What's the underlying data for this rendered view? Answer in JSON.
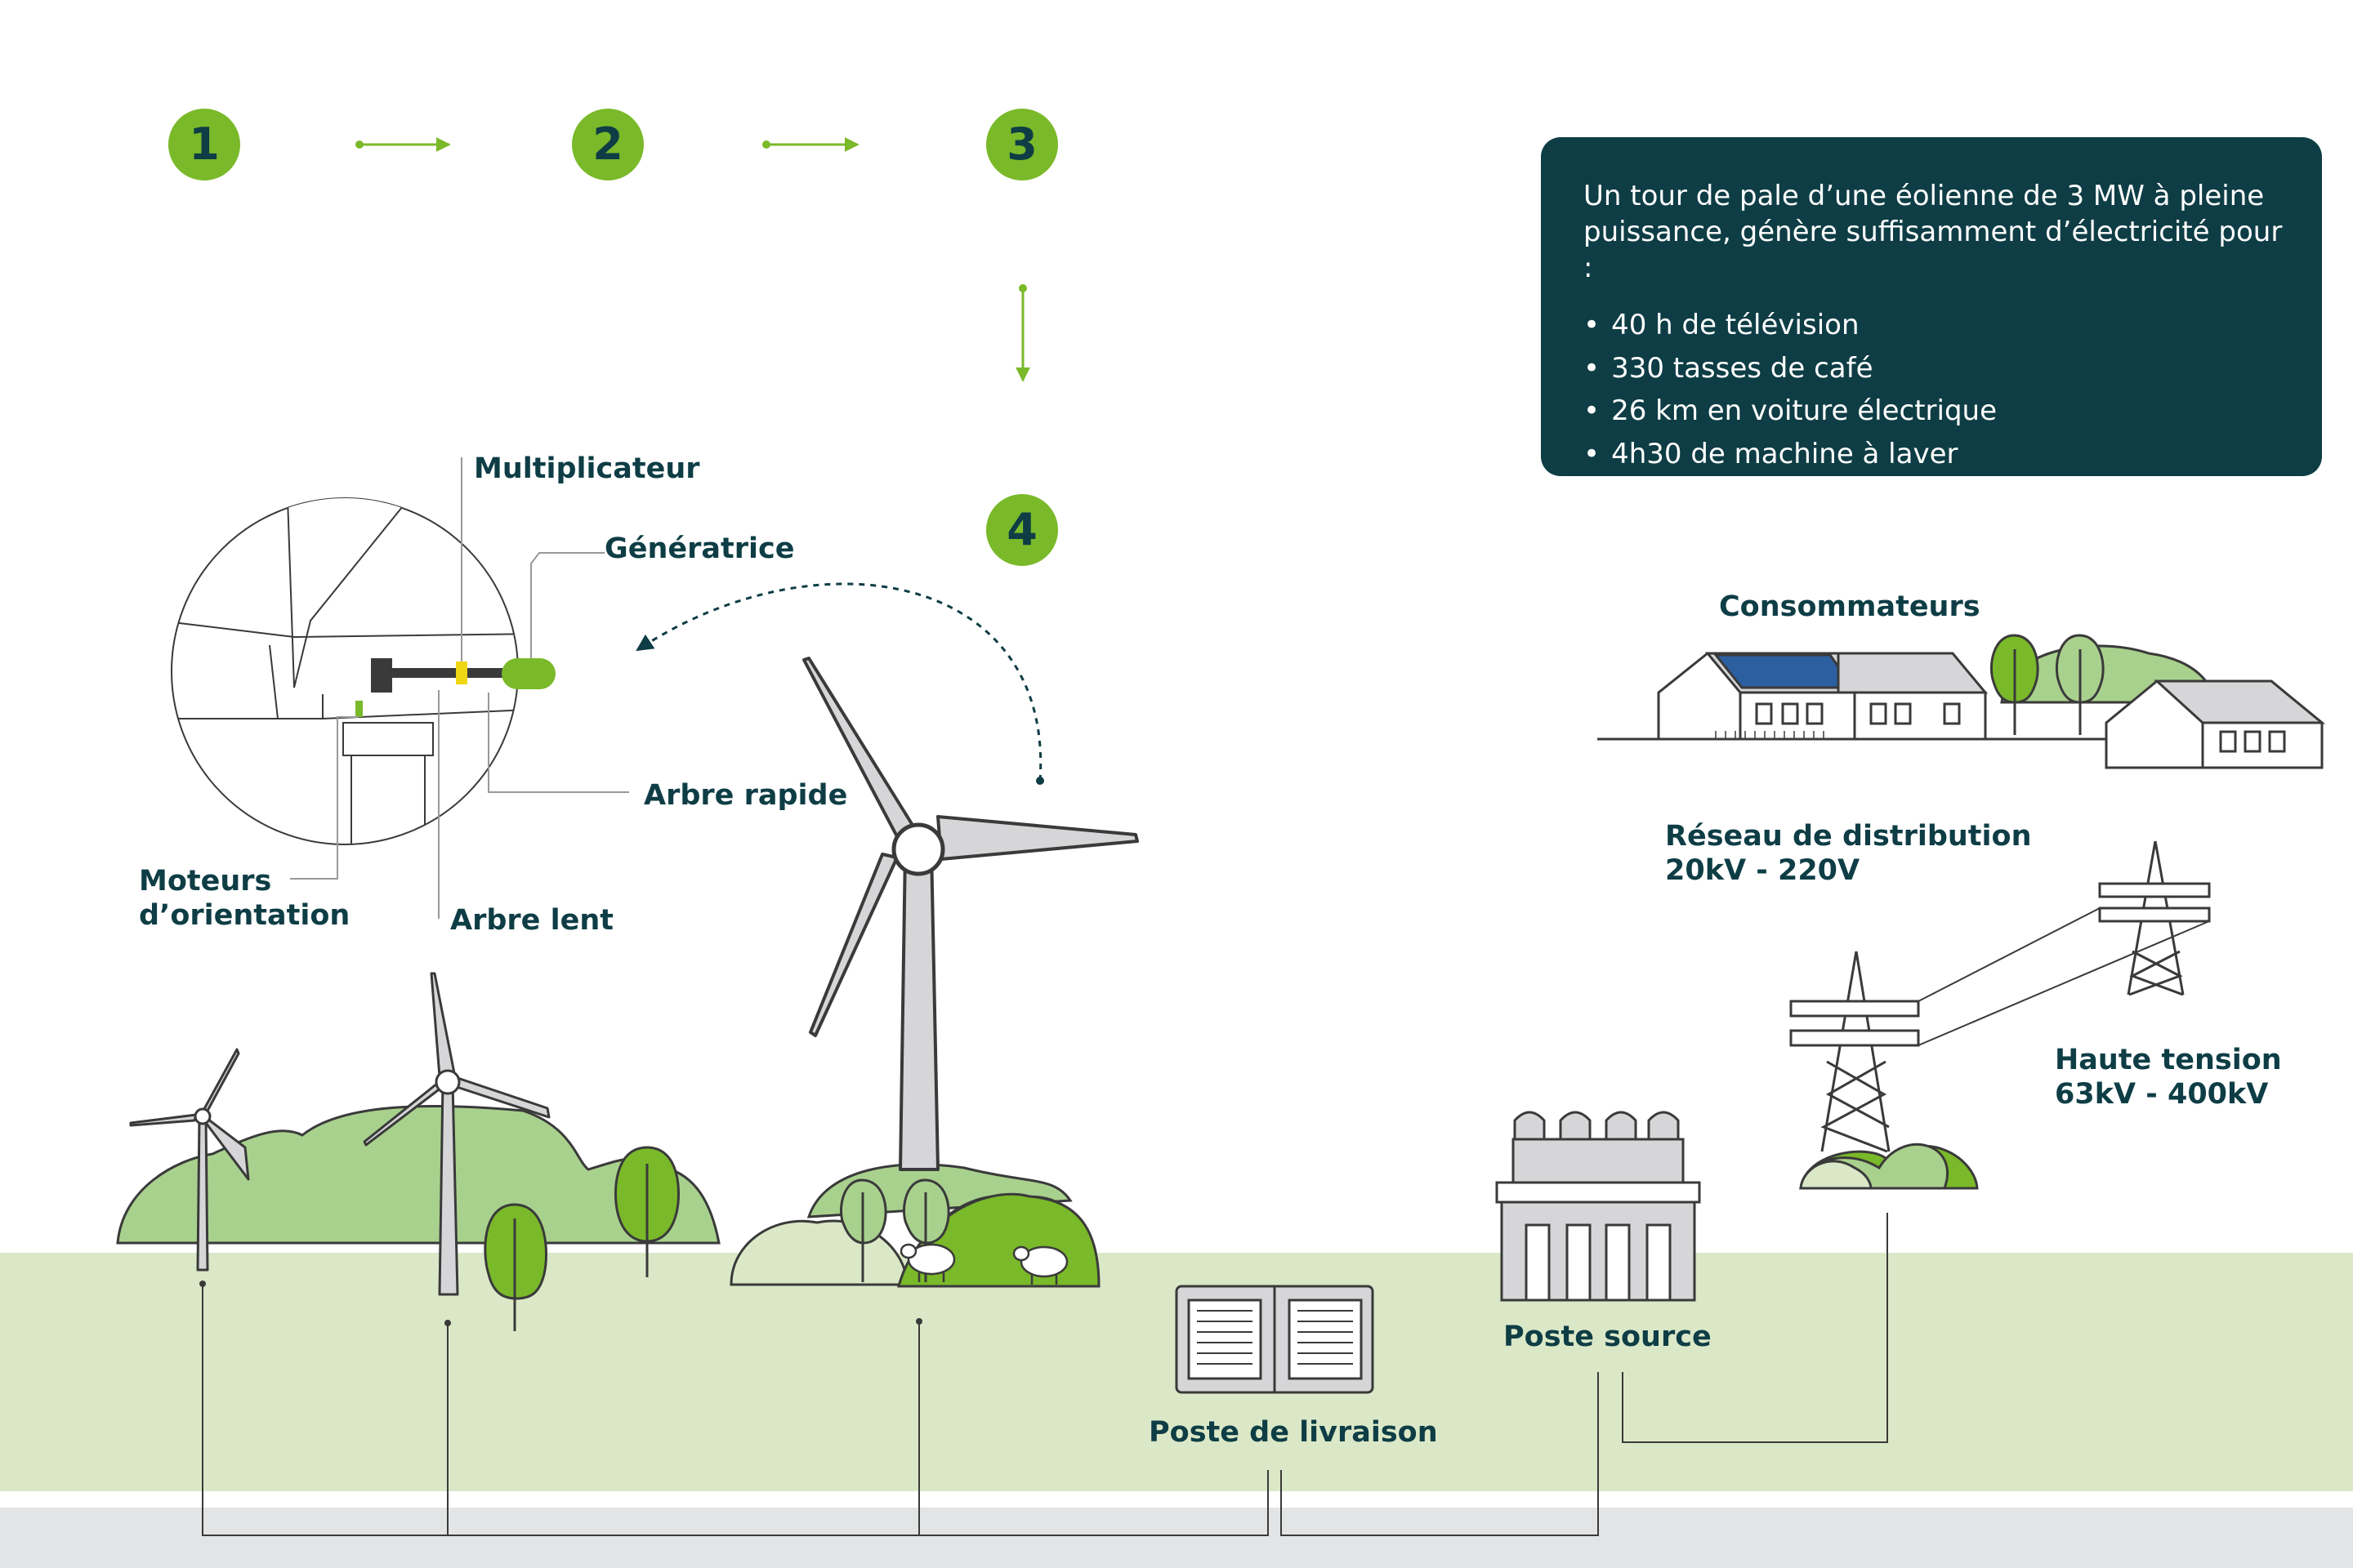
{
  "steps": [
    "1",
    "2",
    "3",
    "4"
  ],
  "info_box": {
    "intro": "Un tour de pale d’une éolienne de 3 MW à pleine puissance, génère suffisamment d’électricité pour :",
    "items": [
      "40 h de télévision",
      "330 tasses de café",
      "26 km en voiture électrique",
      "4h30 de machine à laver"
    ]
  },
  "nacelle_labels": {
    "multiplicateur": "Multiplicateur",
    "generatrice": "Génératrice",
    "arbre_rapide": "Arbre rapide",
    "moteurs_line1": "Moteurs",
    "moteurs_line2": "d’orientation",
    "arbre_lent": "Arbre lent"
  },
  "grid_labels": {
    "consommateurs": "Consommateurs",
    "reseau_line1": "Réseau de distribution",
    "reseau_line2": "20kV - 220V",
    "haute_line1": "Haute tension",
    "haute_line2": "63kV - 400kV",
    "poste_source": "Poste source",
    "poste_livraison": "Poste de livraison"
  },
  "colors": {
    "dark_teal": "#0e3d45",
    "accent_green": "#7ab929",
    "hill_green": "#a9d18e",
    "ground_green": "#dbe8c7",
    "road_grey": "#e3e4e5",
    "outline": "#3a3a3a"
  }
}
